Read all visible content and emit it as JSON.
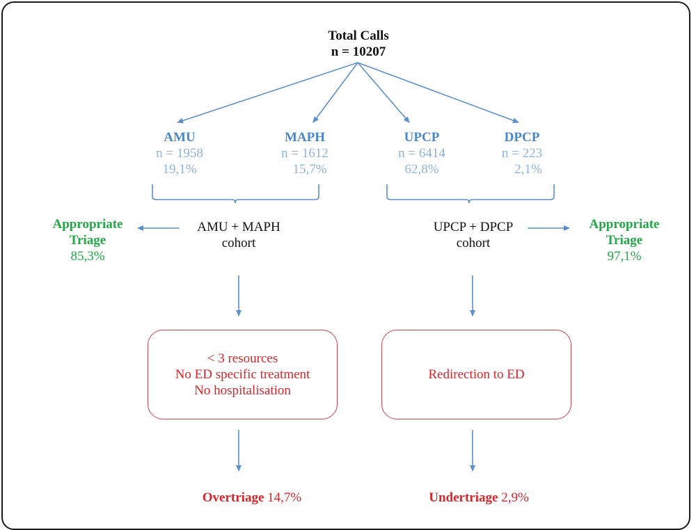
{
  "root": {
    "title": "Total Calls",
    "n": "n = 10207"
  },
  "branches": [
    {
      "name": "AMU",
      "n": "n = 1958",
      "pct": "19,1%"
    },
    {
      "name": "MAPH",
      "n": "n = 1612",
      "pct": "15,7%"
    },
    {
      "name": "UPCP",
      "n": "n = 6414",
      "pct": "62,8%"
    },
    {
      "name": "DPCP",
      "n": "n = 223",
      "pct": "2,1%"
    }
  ],
  "cohorts": {
    "left": {
      "line1": "AMU + MAPH",
      "line2": "cohort"
    },
    "right": {
      "line1": "UPCP + DPCP",
      "line2": "cohort"
    }
  },
  "appropriate": {
    "left": {
      "line1": "Appropriate",
      "line2": "Triage",
      "value": "85,3%"
    },
    "right": {
      "line1": "Appropriate",
      "line2": "Triage",
      "value": "97,1%"
    }
  },
  "boxes": {
    "left": [
      "< 3 resources",
      "No ED specific treatment",
      "No hospitalisation"
    ],
    "right": [
      "Redirection to ED"
    ]
  },
  "outcomes": {
    "left": {
      "label": "Overtriage",
      "value": "14,7%"
    },
    "right": {
      "label": "Undertriage",
      "value": "2,9%"
    }
  },
  "colors": {
    "arrow": "#5b8fc9",
    "branch_label": "#4a86c8",
    "branch_values": "#8fb3d9",
    "appropriate": "#22a845",
    "outcome": "#d6262c",
    "box_border": "#c8484c"
  }
}
